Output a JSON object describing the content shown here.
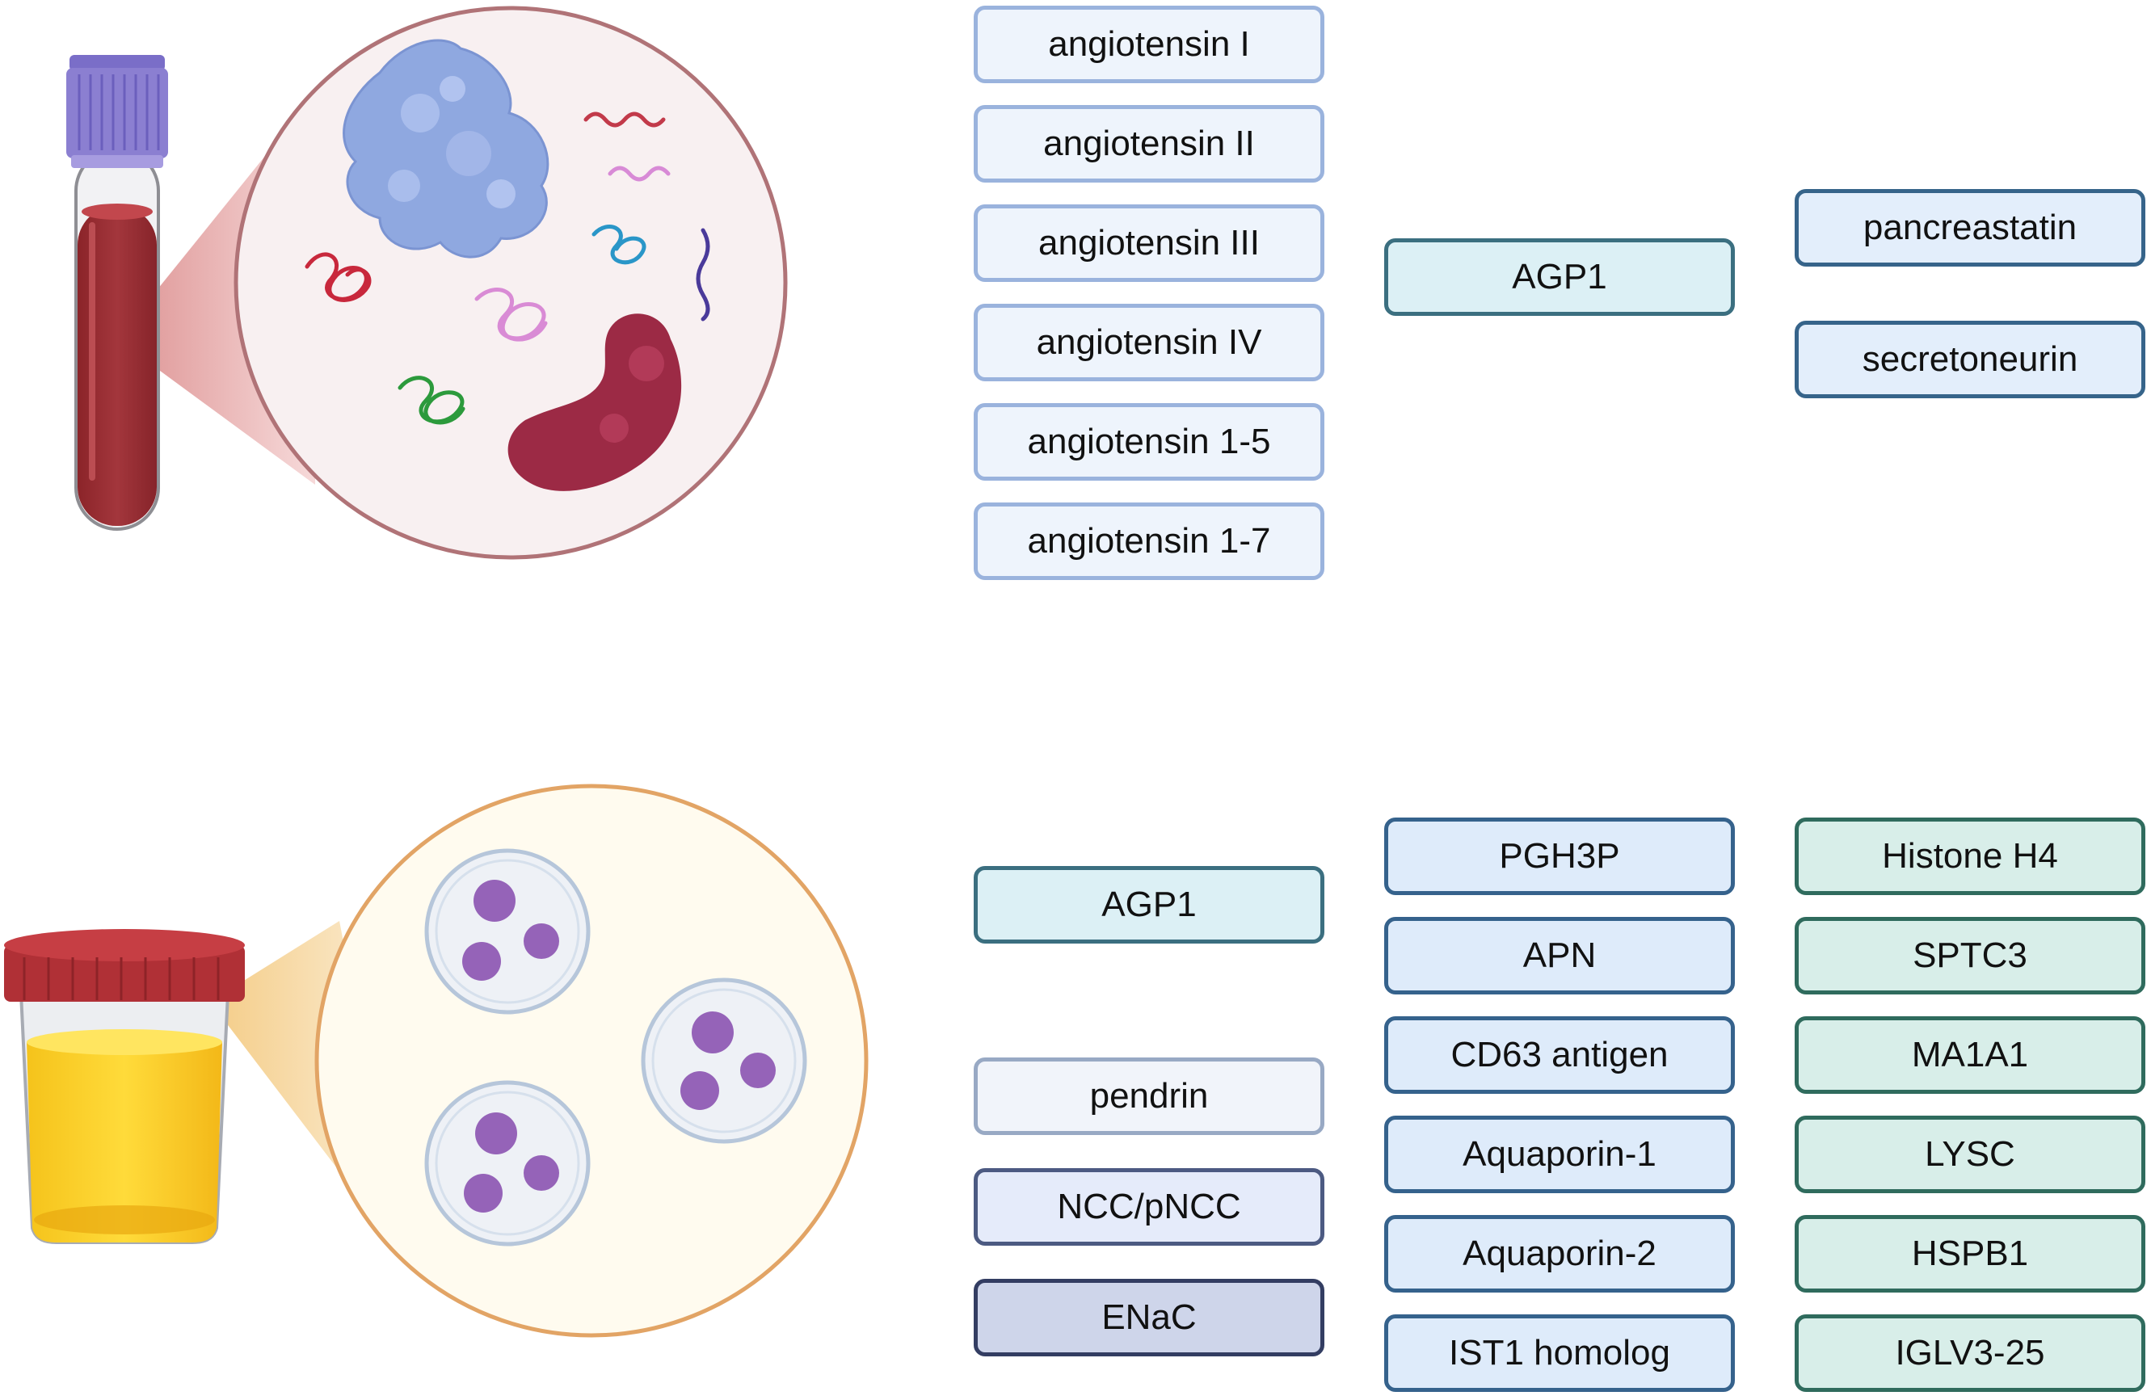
{
  "blood_analytes": {
    "angiotensins": [
      "angiotensin I",
      "angiotensin II",
      "angiotensin III",
      "angiotensin IV",
      "angiotensin 1-5",
      "angiotensin 1-7"
    ],
    "agp1": "AGP1",
    "secretogranin_peptides": [
      "pancreastatin",
      "secretoneurin"
    ]
  },
  "urine_analytes": {
    "agp1": "AGP1",
    "transporters": [
      "pendrin",
      "NCC/pNCC",
      "ENaC"
    ],
    "ev_proteins_a": [
      "PGH3P",
      "APN",
      "CD63 antigen",
      "Aquaporin-1",
      "Aquaporin-2",
      "IST1 homolog"
    ],
    "ev_proteins_b": [
      "Histone H4",
      "SPTC3",
      "MA1A1",
      "LYSC",
      "HSPB1",
      "IGLV3-25"
    ]
  },
  "colors": {
    "blood": "#9b2f35",
    "tube_cap": "#8b7fd1",
    "urine": "#f7c61c",
    "cup_lid": "#b03036",
    "vesicle_cargo": "#9563b8",
    "blood_circle_border": "#b07377",
    "urine_circle_border": "#e2a465"
  }
}
